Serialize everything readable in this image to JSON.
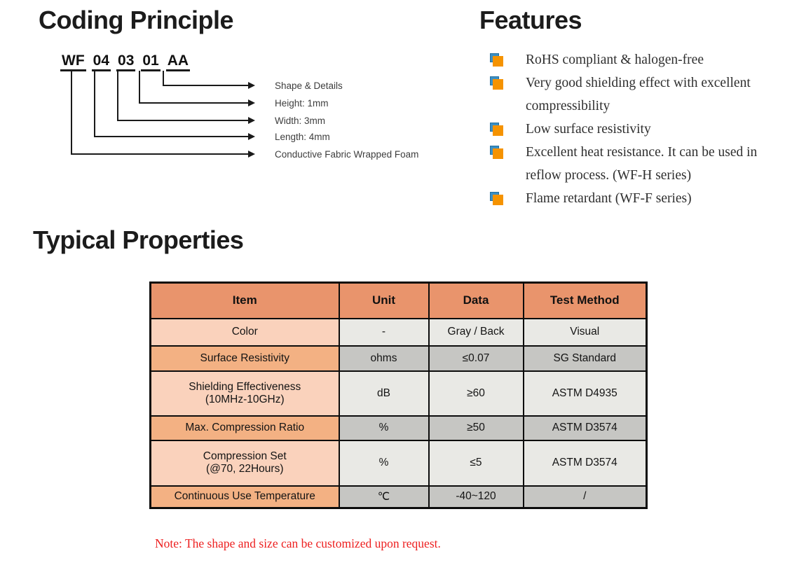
{
  "coding_principle": {
    "title": "Coding Principle",
    "code_segments": [
      "WF",
      "04",
      "03",
      "01",
      "AA"
    ],
    "labels": [
      "Shape & Details",
      "Height: 1mm",
      "Width: 3mm",
      "Length: 4mm",
      "Conductive Fabric Wrapped Foam"
    ]
  },
  "features": {
    "title": "Features",
    "items": [
      "RoHS compliant & halogen-free",
      "Very good shielding effect with excellent compressibility",
      "Low surface resistivity",
      "Excellent heat resistance. It can be used in reflow process. (WF-H series)",
      "Flame retardant (WF-F series)"
    ]
  },
  "typical_properties": {
    "title": "Typical Properties",
    "table": {
      "headers": [
        "Item",
        "Unit",
        "Data",
        "Test Method"
      ],
      "rows": [
        {
          "item": "Color",
          "unit": "-",
          "data": "Gray / Back",
          "test_method": "Visual"
        },
        {
          "item": "Surface Resistivity",
          "unit": "ohms",
          "data": "≤0.07",
          "test_method": "SG Standard"
        },
        {
          "item": "Shielding Effectiveness\n(10MHz-10GHz)",
          "unit": "dB",
          "data": "≥60",
          "test_method": "ASTM D4935"
        },
        {
          "item": "Max. Compression Ratio",
          "unit": "%",
          "data": "≥50",
          "test_method": "ASTM D3574"
        },
        {
          "item": "Compression Set\n(@70, 22Hours)",
          "unit": "%",
          "data": "≤5",
          "test_method": "ASTM D3574"
        },
        {
          "item": "Continuous Use Temperature",
          "unit": "℃",
          "data": "-40~120",
          "test_method": "/"
        }
      ]
    },
    "note": "Note: The shape and size can be customized upon request."
  },
  "colors": {
    "bullet_orange": "#F59301",
    "bullet_blue": "#3B8FC4",
    "table_header_bg": "#E9946C",
    "row_peach_light": "#FAD2BC",
    "row_peach_dark": "#F3B183",
    "cell_gray_light": "#E9E9E5",
    "cell_gray_dark": "#C6C6C3",
    "note_red": "#ED1F1F"
  }
}
